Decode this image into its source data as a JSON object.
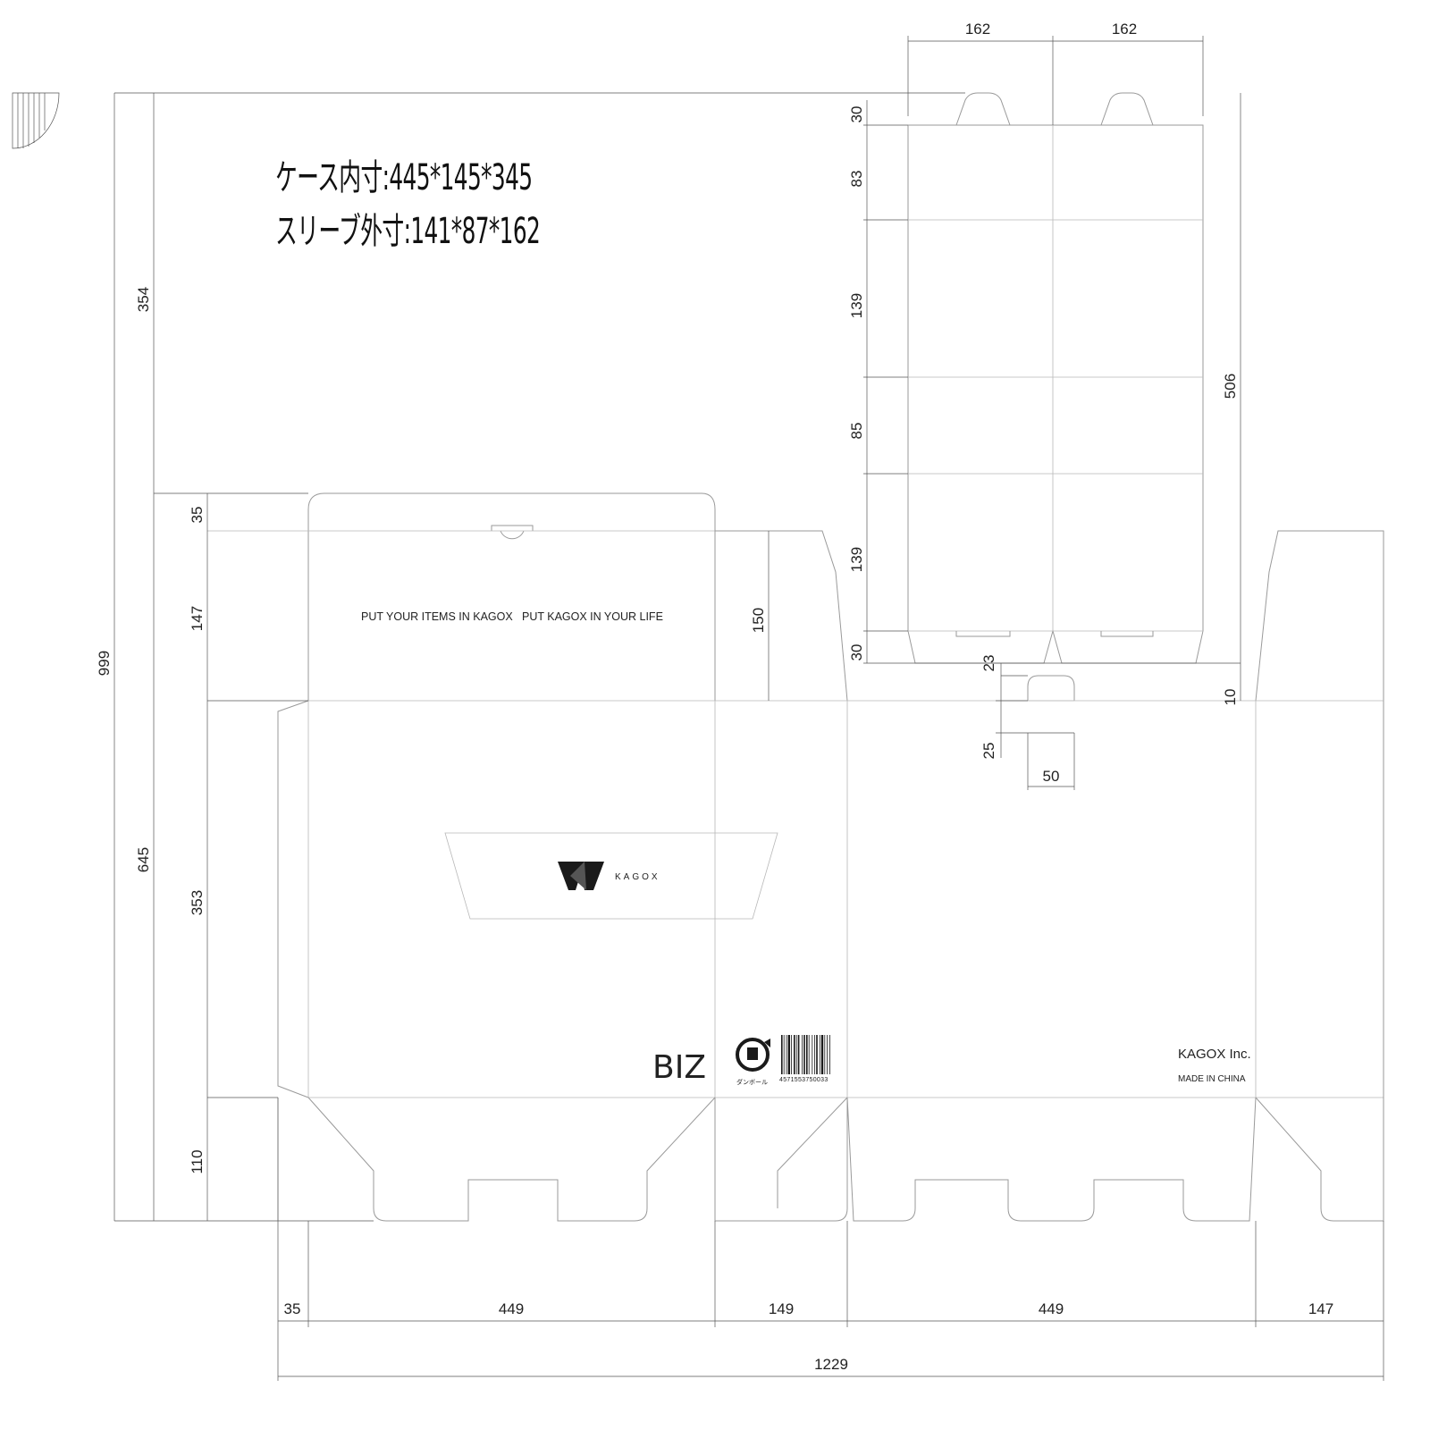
{
  "spec": {
    "case_inner": "ケース内寸:445*145*345",
    "sleeve_outer": "スリーブ外寸:141*87*162"
  },
  "box_texts": {
    "slogan_1": "PUT YOUR ITEMS IN KAGOX",
    "slogan_2": "PUT KAGOX IN YOUR LIFE",
    "brand": "KAGOX",
    "biz": "BIZ",
    "company": "KAGOX Inc.",
    "made_in": "MADE IN CHINA",
    "recycle_label": "ダンボール",
    "barcode_number": "4571553750033"
  },
  "dimensions": {
    "total_height": "999",
    "upper_height": "354",
    "lower_height": "645",
    "tuck_flap": "35",
    "top_flap": "147",
    "panel_height": "353",
    "bottom_flap": "110",
    "side_flap": "150",
    "glue_tab": "35",
    "front_width": "449",
    "side_width": "149",
    "back_width": "449",
    "end_side_width": "147",
    "total_width": "1229",
    "sleeve_col_1": "162",
    "sleeve_col_2": "162",
    "sleeve_tab_top": "30",
    "sleeve_seg_1": "83",
    "sleeve_seg_2": "139",
    "sleeve_seg_3": "85",
    "sleeve_seg_4": "139",
    "sleeve_tab_bottom": "30",
    "sleeve_total": "506",
    "handle_gap": "23",
    "handle_depth": "25",
    "handle_width": "50",
    "handle_offset": "10"
  }
}
